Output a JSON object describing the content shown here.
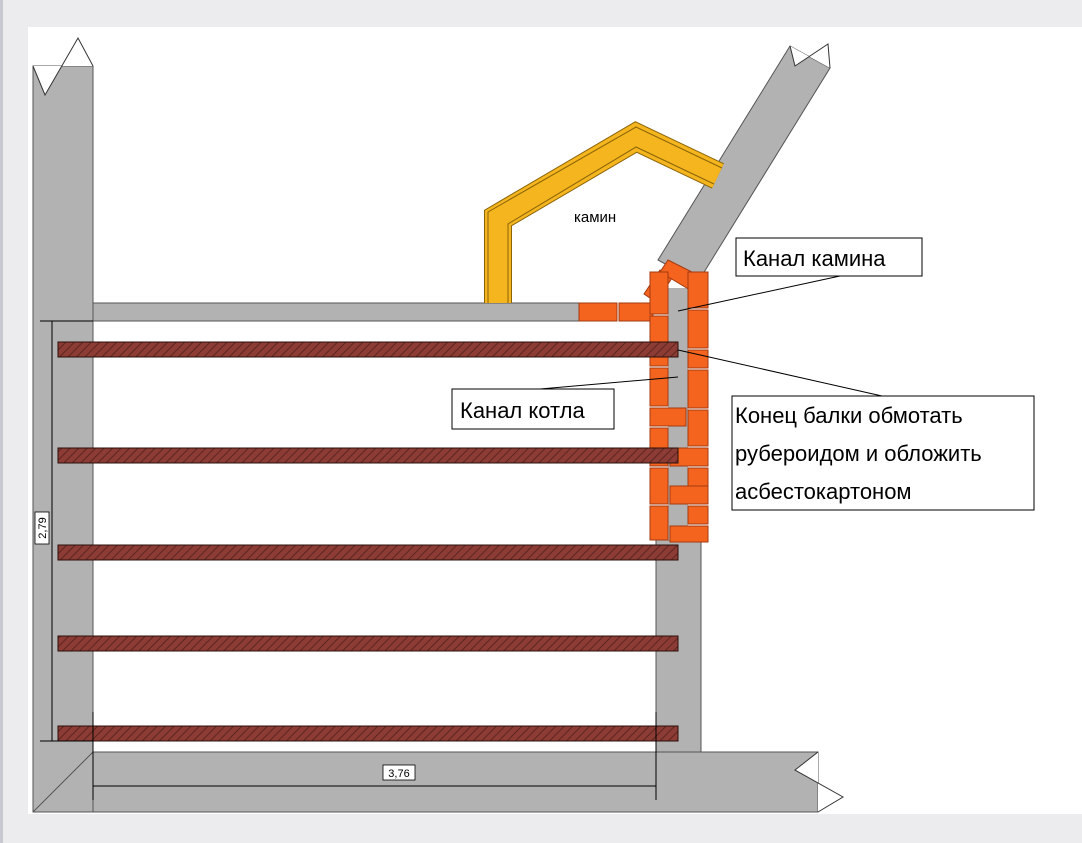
{
  "drawing": {
    "fireplace_label": "камин",
    "dim_height": "2,79",
    "dim_width": "3,76"
  },
  "callouts": {
    "fireplace_channel": "Канал камина",
    "boiler_channel": "Канал котла",
    "beam_note_lines": [
      "Конец балки обмотать",
      "рубероидом и обложить",
      "асбестокартоном"
    ]
  },
  "colors": {
    "wall": "#b2b2b2",
    "brick": "#f4641e",
    "fireplace_duct": "#f5b51e",
    "beam": "#8c3c34",
    "background": "#ececef"
  }
}
